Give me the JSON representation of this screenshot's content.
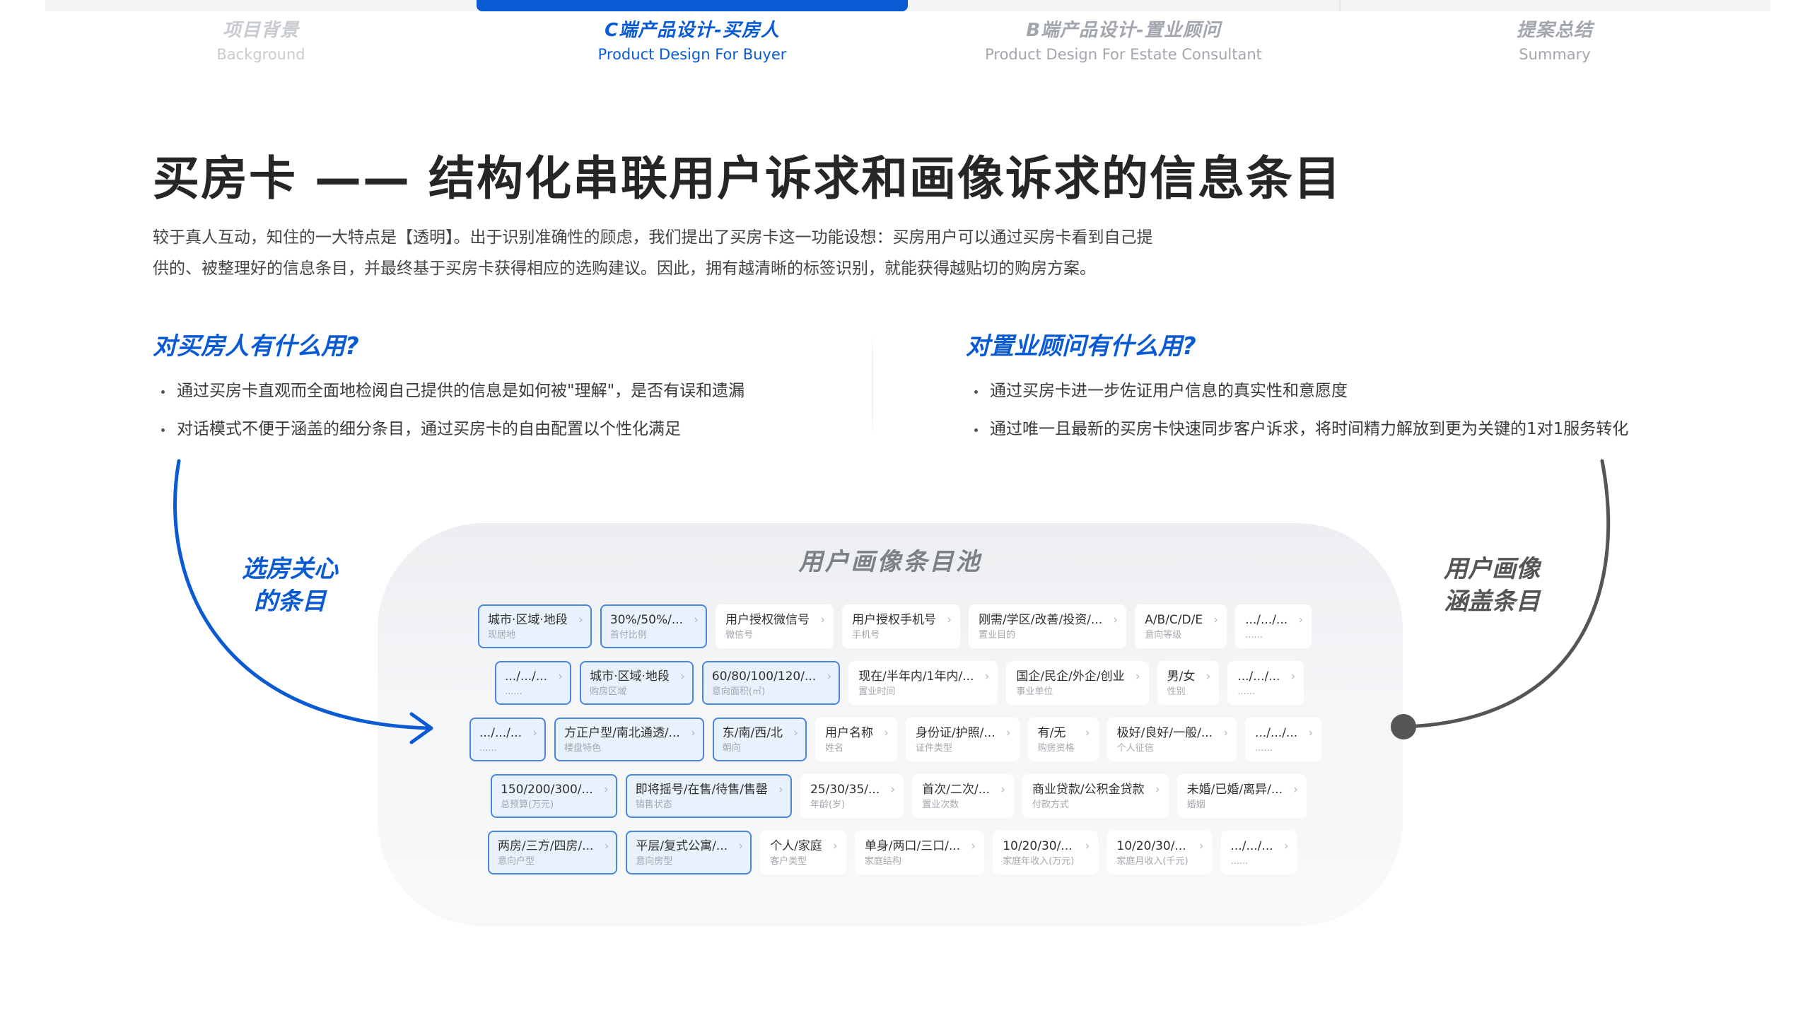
{
  "nav": {
    "tabs": [
      {
        "zh": "项目背景",
        "en": "Background"
      },
      {
        "zh": "C端产品设计-买房人",
        "en": "Product Design For Buyer"
      },
      {
        "zh": "B端产品设计-置业顾问",
        "en": "Product Design For Estate Consultant"
      },
      {
        "zh": "提案总结",
        "en": "Summary"
      }
    ],
    "active_index": 1,
    "accent_color": "#0a5bd3"
  },
  "title": "买房卡 —— 结构化串联用户诉求和画像诉求的信息条目",
  "intro": {
    "line1": "较于真人互动，知住的一大特点是【透明】。出于识别准确性的顾虑，我们提出了买房卡这一功能设想：买房用户可以通过买房卡看到自己提",
    "line2": "供的、被整理好的信息条目，并最终基于买房卡获得相应的选购建议。因此，拥有越清晰的标签识别，就能获得越贴切的购房方案。"
  },
  "buyer_section": {
    "heading": "对买房人有什么用?",
    "bullets": [
      "通过买房卡直观而全面地检阅自己提供的信息是如何被\"理解\"，是否有误和遗漏",
      "对话模式不便于涵盖的细分条目，通过买房卡的自由配置以个性化满足"
    ]
  },
  "consultant_section": {
    "heading": "对置业顾问有什么用?",
    "bullets": [
      "通过买房卡进一步佐证用户信息的真实性和意愿度",
      "通过唯一且最新的买房卡快速同步客户诉求，将时间精力解放到更为关键的1对1服务转化"
    ]
  },
  "left_label": {
    "line1": "选房关心",
    "line2": "的条目"
  },
  "right_label": {
    "line1": "用户画像",
    "line2": "涵盖条目"
  },
  "pool": {
    "title": "用户画像条目池",
    "chevron": "›",
    "rows": [
      [
        {
          "value": "城市·区域·地段",
          "sub": "现居地",
          "selected": true
        },
        {
          "value": "30%/50%/...",
          "sub": "首付比例",
          "selected": true
        },
        {
          "value": "用户授权微信号",
          "sub": "微信号",
          "selected": false
        },
        {
          "value": "用户授权手机号",
          "sub": "手机号",
          "selected": false
        },
        {
          "value": "刚需/学区/改善/投资/...",
          "sub": "置业目的",
          "selected": false
        },
        {
          "value": "A/B/C/D/E",
          "sub": "意向等级",
          "selected": false
        },
        {
          "value": ".../.../...",
          "sub": "......",
          "selected": false
        }
      ],
      [
        {
          "value": ".../.../...",
          "sub": "......",
          "selected": true
        },
        {
          "value": "城市·区域·地段",
          "sub": "购房区域",
          "selected": true
        },
        {
          "value": "60/80/100/120/...",
          "sub": "意向面积(㎡)",
          "selected": true
        },
        {
          "value": "现在/半年内/1年内/...",
          "sub": "置业时间",
          "selected": false
        },
        {
          "value": "国企/民企/外企/创业",
          "sub": "事业单位",
          "selected": false
        },
        {
          "value": "男/女",
          "sub": "性别",
          "selected": false
        },
        {
          "value": ".../.../...",
          "sub": "......",
          "selected": false
        }
      ],
      [
        {
          "value": ".../.../...",
          "sub": "......",
          "selected": true
        },
        {
          "value": "方正户型/南北通透/...",
          "sub": "楼盘特色",
          "selected": true
        },
        {
          "value": "东/南/西/北",
          "sub": "朝向",
          "selected": true
        },
        {
          "value": "用户名称",
          "sub": "姓名",
          "selected": false
        },
        {
          "value": "身份证/护照/...",
          "sub": "证件类型",
          "selected": false
        },
        {
          "value": "有/无",
          "sub": "购房资格",
          "selected": false
        },
        {
          "value": "极好/良好/一般/...",
          "sub": "个人征信",
          "selected": false
        },
        {
          "value": ".../.../...",
          "sub": "......",
          "selected": false
        }
      ],
      [
        {
          "value": "150/200/300/...",
          "sub": "总预算(万元)",
          "selected": true
        },
        {
          "value": "即将摇号/在售/待售/售罄",
          "sub": "销售状态",
          "selected": true
        },
        {
          "value": "25/30/35/...",
          "sub": "年龄(岁)",
          "selected": false
        },
        {
          "value": "首次/二次/...",
          "sub": "置业次数",
          "selected": false
        },
        {
          "value": "商业贷款/公积金贷款",
          "sub": "付款方式",
          "selected": false
        },
        {
          "value": "未婚/已婚/离异/...",
          "sub": "婚姻",
          "selected": false
        }
      ],
      [
        {
          "value": "两房/三方/四房/...",
          "sub": "意向户型",
          "selected": true
        },
        {
          "value": "平层/复式公寓/...",
          "sub": "意向房型",
          "selected": true
        },
        {
          "value": "个人/家庭",
          "sub": "客户类型",
          "selected": false
        },
        {
          "value": "单身/两口/三口/...",
          "sub": "家庭结构",
          "selected": false
        },
        {
          "value": "10/20/30/...",
          "sub": "家庭年收入(万元)",
          "selected": false
        },
        {
          "value": "10/20/30/...",
          "sub": "家庭月收入(千元)",
          "selected": false
        },
        {
          "value": ".../.../...",
          "sub": "......",
          "selected": false
        }
      ]
    ]
  },
  "colors": {
    "accent_blue": "#0a5bd3",
    "selected_chip_bg": "#e9f1fd",
    "selected_chip_border": "#4a86e1",
    "gray_arrow": "#555555"
  }
}
